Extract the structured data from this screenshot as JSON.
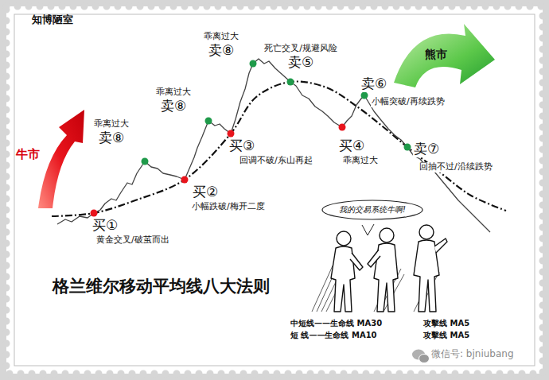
{
  "diagram": {
    "title": "格兰维尔移动平均线八大法则",
    "nodes": [
      {
        "text": [
          "我的交易系统牛啊!"
        ]
      }
    ],
    "labels": [
      "知博陋室",
      "乖离过大",
      "卖⑧",
      "死亡交叉/规避风险",
      "卖⑤",
      "熊市",
      "乖离过大",
      "卖⑧",
      "卖⑥",
      "小幅突破/再续跌势",
      "乖离过大",
      "卖⑧",
      "牛市",
      "买③",
      "回调不破/东山再起",
      "买④",
      "乖离过大",
      "卖⑦",
      "回抽不过/沿续跌势",
      "买②",
      "小幅跌破/梅开二度",
      "买①",
      "黄金交叉/破茧而出",
      "中短线——生命线 MA30",
      "攻擊线 MA5",
      "短 线——生命线 MA10",
      "攻擊线 MA5",
      "微信号: bjniubang"
    ]
  }
}
